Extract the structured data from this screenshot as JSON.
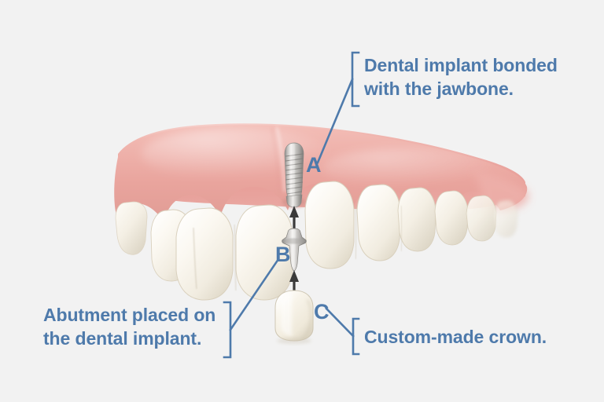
{
  "figure": {
    "title": "Dental implant anatomy diagram",
    "background_color": "#f2f2f2",
    "accent_color": "#4e7aab",
    "gum_color": "#eca9a3",
    "tooth_color": "#f6f2e9",
    "metal_color": "#b9b7b4"
  },
  "callouts": [
    {
      "marker": "A",
      "text": "Dental implant bonded\nwith the jawbone.",
      "bracket": "left",
      "target": "implant-screw"
    },
    {
      "marker": "B",
      "text": "Abutment placed on\nthe dental implant.",
      "bracket": "right",
      "target": "abutment"
    },
    {
      "marker": "C",
      "text": "Custom-made crown.",
      "bracket": "left",
      "target": "crown"
    }
  ],
  "parts": [
    {
      "id": "implant-screw",
      "label": "A",
      "name": "Threaded dental implant screw"
    },
    {
      "id": "abutment",
      "label": "B",
      "name": "Abutment connector"
    },
    {
      "id": "crown",
      "label": "C",
      "name": "Custom-made crown"
    },
    {
      "id": "gum",
      "label": "",
      "name": "Upper gum and jaw ridge"
    },
    {
      "id": "teeth",
      "label": "",
      "name": "Natural teeth of upper arch"
    }
  ]
}
